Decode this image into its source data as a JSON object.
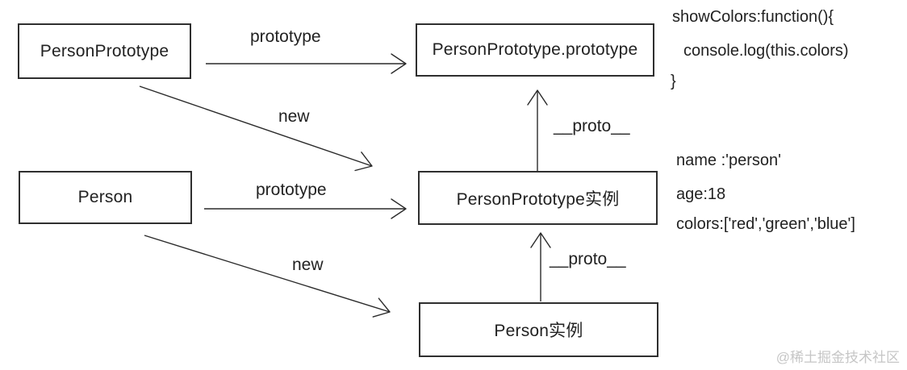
{
  "colors": {
    "ink": "#2a2a2a",
    "box_border": "#2f2f2f",
    "watermark": "#c6c6c6",
    "background": "#ffffff"
  },
  "diagram": {
    "boxes": [
      {
        "id": "person-prototype",
        "label": "PersonPrototype"
      },
      {
        "id": "person-prototype-prototype",
        "label": "PersonPrototype.prototype"
      },
      {
        "id": "person",
        "label": "Person"
      },
      {
        "id": "person-prototype-instance",
        "label": "PersonPrototype实例"
      },
      {
        "id": "person-instance",
        "label": "Person实例"
      }
    ],
    "edges": [
      {
        "id": "personprototype-prototype",
        "label": "prototype"
      },
      {
        "id": "personprototype-new",
        "label": "new"
      },
      {
        "id": "prototypeinstance-proto",
        "label": "__proto__"
      },
      {
        "id": "person-prototype",
        "label": "prototype"
      },
      {
        "id": "person-new",
        "label": "new"
      },
      {
        "id": "personinstance-proto",
        "label": "__proto__"
      }
    ]
  },
  "annotations": {
    "prototype_code": {
      "line1": "showColors:function(){",
      "line2": "console.log(this.colors)",
      "line3": "}"
    },
    "instance_props": {
      "line1": "name :'person'",
      "line2": "age:18",
      "line3": "colors:['red','green','blue']"
    }
  },
  "watermark": "@稀土掘金技术社区"
}
